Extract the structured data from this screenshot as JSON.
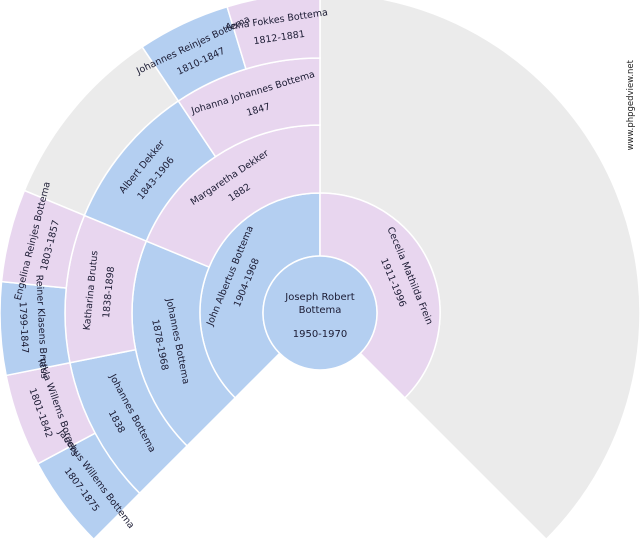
{
  "site": "www.phpgedview.net",
  "colors": {
    "male": "#b4cff1",
    "female": "#e8d6ef",
    "empty": "#ebebeb"
  },
  "root": {
    "name1": "Joseph Robert",
    "name2": "Bottema",
    "years": "1950-1970"
  },
  "ancestors": [
    {
      "id": "father",
      "sex": "M",
      "text1": "John Albertus Bottema",
      "text2": "1904-1968"
    },
    {
      "id": "mother",
      "sex": "F",
      "text1": "Cecelia Mathilda Frein",
      "text2": "1911-1996"
    },
    {
      "id": "pat-grandfather",
      "sex": "M",
      "text1": "Johannes Bottema",
      "text2": "1878-1968"
    },
    {
      "id": "pat-grandmother",
      "sex": "F",
      "text1": "Margaretha Dekker",
      "text2": "1882"
    },
    {
      "id": "ggf-1",
      "sex": "M",
      "text1": "Johannes Bottema",
      "text2": "1838"
    },
    {
      "id": "ggm-1",
      "sex": "F",
      "text1": "Katharina Brutus",
      "text2": "1838-1898"
    },
    {
      "id": "ggf-2",
      "sex": "M",
      "text1": "Albert Dekker",
      "text2": "1843-1906"
    },
    {
      "id": "ggm-2",
      "sex": "F",
      "text1": "Johanna Johannes Bottema",
      "text2": "1847"
    },
    {
      "id": "g3-1",
      "sex": "M",
      "text1": "Jacobus Willems Bottema",
      "text2": "1807-1875"
    },
    {
      "id": "g3-2",
      "sex": "F",
      "text1": "Tekla Willems Borgers",
      "text2": "1801-1842"
    },
    {
      "id": "g3-3",
      "sex": "M",
      "text1": "Reiner Klasens Brutus",
      "text2": "1799-1847"
    },
    {
      "id": "g3-4",
      "sex": "F",
      "text1": "Engelina Reinjes Bottema",
      "text2": "1803-1857"
    },
    {
      "id": "g3-7",
      "sex": "M",
      "text1": "Johannes Reinjes Bottema",
      "text2": "1810-1847"
    },
    {
      "id": "g3-8",
      "sex": "F",
      "text1": "Anna Fokkes Bottema",
      "text2": "1812-1881"
    }
  ]
}
